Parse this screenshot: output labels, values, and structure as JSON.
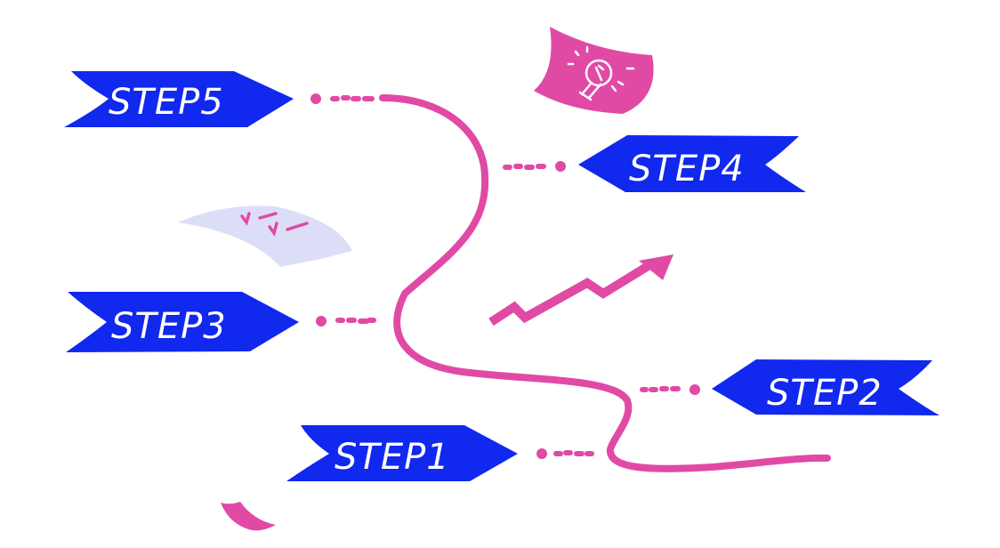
{
  "colors": {
    "banner": "#1128ee",
    "path": "#e04aa5",
    "note": "#dcdef8"
  },
  "steps": [
    {
      "label": "STEP1"
    },
    {
      "label": "STEP2"
    },
    {
      "label": "STEP3"
    },
    {
      "label": "STEP4"
    },
    {
      "label": "STEP5"
    }
  ],
  "icons": [
    "lightbulb-icon",
    "checklist-icon",
    "trend-arrow-icon"
  ]
}
